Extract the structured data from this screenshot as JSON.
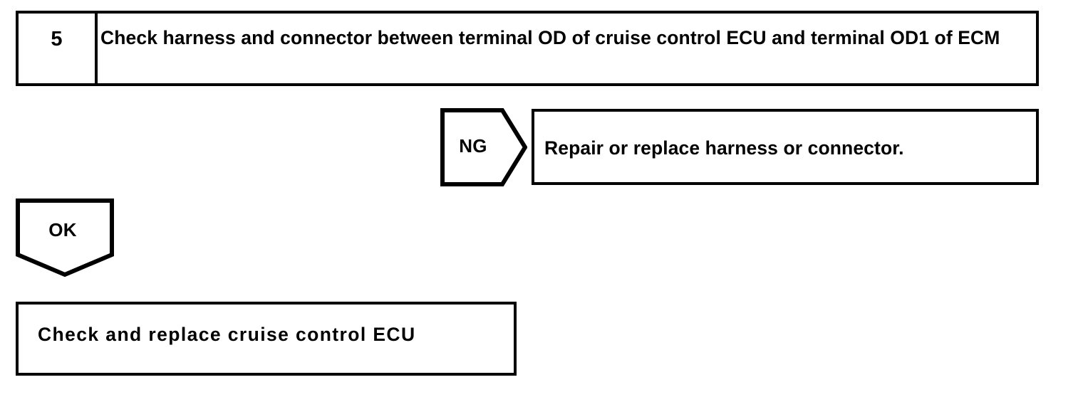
{
  "document": {
    "type": "troubleshooting-flowchart",
    "subject": "Cruise control ECU diagnostic step",
    "background_color": "#ffffff",
    "line_color": "#000000",
    "text_color": "#000000"
  },
  "step": {
    "number": "5",
    "instruction": "Check harness and connector between terminal OD of cruise control ECU and terminal OD1 of ECM"
  },
  "branches": {
    "ng": {
      "label": "NG",
      "marker_shape": "pentagon-right",
      "result": "Repair or replace harness or connector."
    },
    "ok": {
      "label": "OK",
      "marker_shape": "pentagon-down",
      "result": "Check and replace cruise control ECU"
    }
  }
}
